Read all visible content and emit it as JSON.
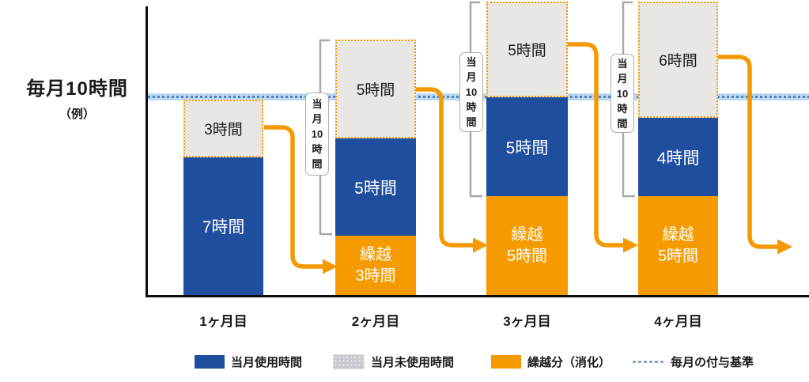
{
  "title": {
    "main": "毎月10時間",
    "sub": "（例）"
  },
  "chart_data": {
    "type": "bar",
    "subtype": "stacked-vertical",
    "title": "毎月10時間（例）",
    "categories": [
      "1ヶ月目",
      "2ヶ月目",
      "3ヶ月目",
      "4ヶ月目"
    ],
    "series": [
      {
        "name": "当月使用時間",
        "color": "#1f4e9e",
        "values": [
          7,
          5,
          5,
          4
        ]
      },
      {
        "name": "当月未使用時間",
        "color": "#e9e7e4",
        "values": [
          3,
          5,
          5,
          6
        ]
      },
      {
        "name": "繰越分（消化）",
        "color": "#f59b00",
        "values": [
          0,
          3,
          5,
          5
        ]
      }
    ],
    "reference_line": {
      "label": "毎月の付与基準",
      "value": 10,
      "color": "#bdd9f1"
    },
    "annotations": [
      "当月10時間 brackets on months 2-4",
      "orange arrows carry unused hours to next month's 繰越 segment"
    ],
    "unit": "時間",
    "ylim": [
      0,
      15
    ],
    "legend_position": "bottom",
    "grid": false
  },
  "bars": [
    {
      "month": "1ヶ月目",
      "unused": "3時間",
      "used": "7時間"
    },
    {
      "month": "2ヶ月目",
      "unused": "5時間",
      "used": "5時間",
      "carry1": "繰越",
      "carry2": "3時間"
    },
    {
      "month": "3ヶ月目",
      "unused": "5時間",
      "used": "5時間",
      "carry1": "繰越",
      "carry2": "5時間"
    },
    {
      "month": "4ヶ月目",
      "unused": "6時間",
      "used": "4時間",
      "carry1": "繰越",
      "carry2": "5時間"
    }
  ],
  "bracket": {
    "c0": "当",
    "c1": "月",
    "c2": "10",
    "c3": "時",
    "c4": "間"
  },
  "legend": {
    "used": "当月使用時間",
    "unused": "当月未使用時間",
    "carry": "繰越分（消化）",
    "grant": "毎月の付与基準"
  },
  "colors": {
    "used_blue": "#1f4e9e",
    "unused_gray": "#e9e7e4",
    "carry_orange": "#f59b00",
    "arrow_orange": "#f49900",
    "grant_band": "#bdd9f1",
    "grant_dots": "#4e7fbe",
    "bracket_gray": "#a9a9a9",
    "axis_black": "#0d0d0d"
  }
}
